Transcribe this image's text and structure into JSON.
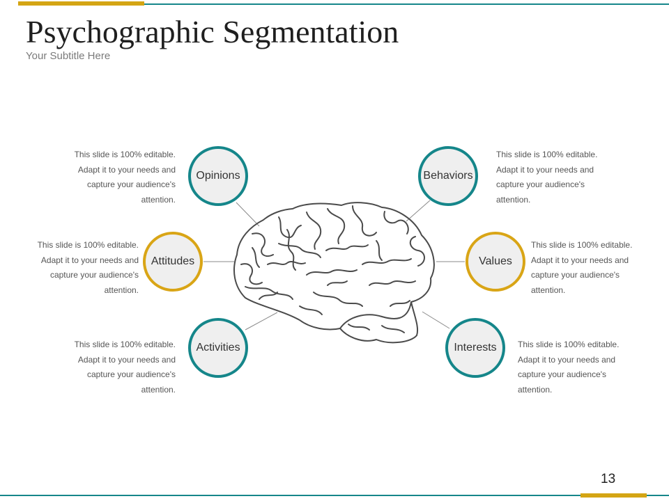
{
  "header": {
    "title": "Psychographic Segmentation",
    "subtitle": "Your Subtitle Here"
  },
  "footer": {
    "page_number": "13"
  },
  "colors": {
    "teal": "#15868a",
    "gold": "#d4a514",
    "node_fill": "#efefef",
    "brain_stroke": "#4a4a4a"
  },
  "center_image": {
    "icon": "brain-icon"
  },
  "nodes": {
    "opinions": {
      "label": "Opinions",
      "accent": "teal"
    },
    "attitudes": {
      "label": "Attitudes",
      "accent": "gold"
    },
    "activities": {
      "label": "Activities",
      "accent": "teal"
    },
    "behaviors": {
      "label": "Behaviors",
      "accent": "teal"
    },
    "values": {
      "label": "Values",
      "accent": "gold"
    },
    "interests": {
      "label": "Interests",
      "accent": "teal"
    }
  },
  "descriptions": {
    "opinions": [
      "This slide is 100% editable.",
      "Adapt it to your needs and",
      "capture your audience's",
      "attention."
    ],
    "attitudes": [
      "This slide is 100% editable.",
      "Adapt it to your needs and",
      "capture your audience's",
      "attention."
    ],
    "activities": [
      "This slide is 100% editable.",
      "Adapt it to your needs and",
      "capture your audience's",
      "attention."
    ],
    "behaviors": [
      "This slide is 100% editable.",
      "Adapt it to your needs and",
      "capture your audience's",
      "attention."
    ],
    "values": [
      "This slide is 100% editable.",
      "Adapt it to your needs and",
      "capture your audience's",
      "attention."
    ],
    "interests": [
      "This slide is 100% editable.",
      "Adapt it to your needs and",
      "capture your audience's",
      "attention."
    ]
  }
}
